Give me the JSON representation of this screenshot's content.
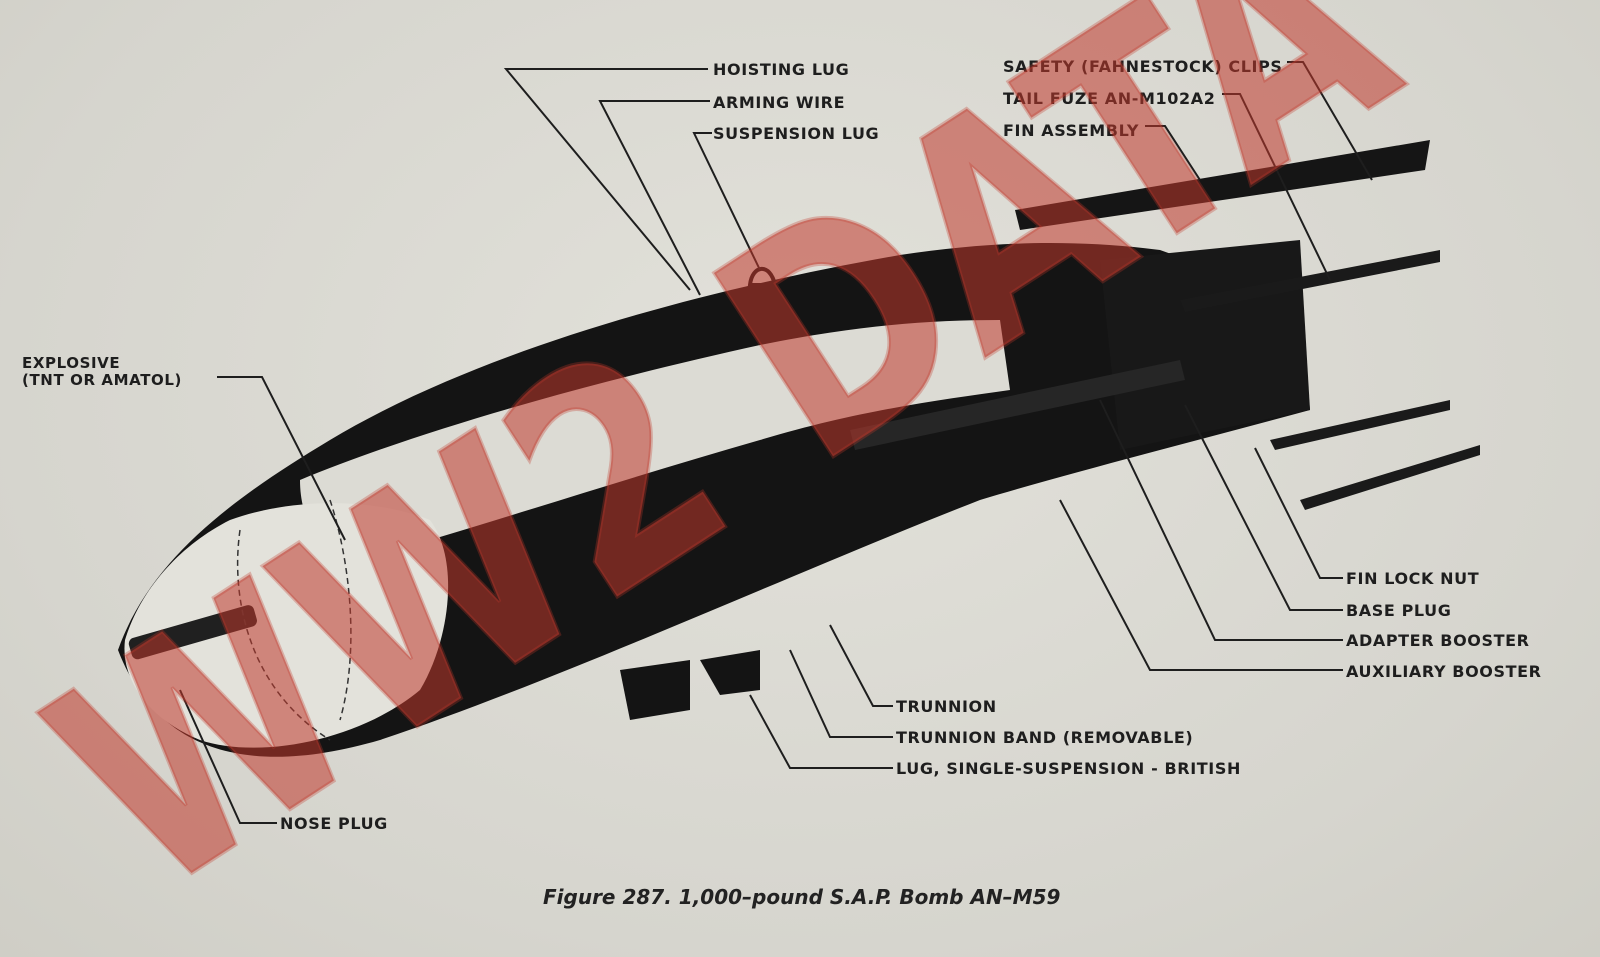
{
  "figure": {
    "caption": "Figure 287.   1,000–pound S.A.P. Bomb AN–M59"
  },
  "labels": {
    "hoisting_lug": "HOISTING LUG",
    "arming_wire": "ARMING WIRE",
    "suspension_lug": "SUSPENSION LUG",
    "safety_clips": "SAFETY (FAHNESTOCK) CLIPS",
    "tail_fuze": "TAIL FUZE AN-M102A2",
    "fin_assembly": "FIN ASSEMBLY",
    "explosive_line1": "EXPLOSIVE",
    "explosive_line2": "(TNT OR AMATOL)",
    "fin_lock_nut": "FIN LOCK NUT",
    "base_plug": "BASE PLUG",
    "adapter_booster": "ADAPTER BOOSTER",
    "auxiliary_booster": "AUXILIARY BOOSTER",
    "trunnion": "TRUNNION",
    "trunnion_band": "TRUNNION BAND (REMOVABLE)",
    "lug_single": "LUG, SINGLE-SUSPENSION - BRITISH",
    "nose_plug": "NOSE PLUG"
  },
  "watermark": {
    "text": "WW2 DATA",
    "color": "#c0392b"
  }
}
